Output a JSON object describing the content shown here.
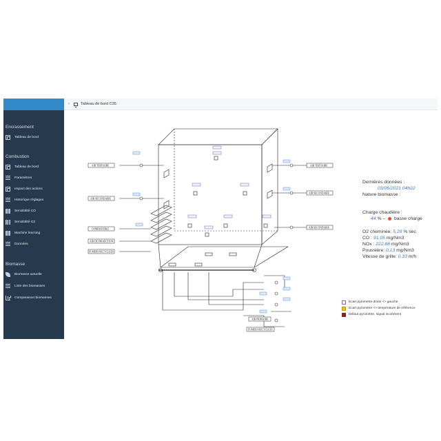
{
  "header": {
    "breadcrumb": "Tableau de bord C35"
  },
  "sidebar": {
    "sections": [
      {
        "title": "Encrassement",
        "items": [
          {
            "label": "Tableau de bord",
            "icon": "dashboard-icon"
          }
        ]
      },
      {
        "title": "Combustion",
        "items": [
          {
            "label": "Tableau de bord",
            "icon": "dashboard-icon"
          },
          {
            "label": "Paramètres",
            "icon": "sliders-icon"
          },
          {
            "label": "Impact des actions",
            "icon": "plus-box-icon"
          },
          {
            "label": "Historique réglages",
            "icon": "history-icon"
          },
          {
            "label": "Sensibilité CO",
            "icon": "grid-icon"
          },
          {
            "label": "Sensibilité O2",
            "icon": "bars-icon"
          },
          {
            "label": "Machine learning",
            "icon": "ml-icon"
          },
          {
            "label": "Données",
            "icon": "list-icon"
          }
        ]
      },
      {
        "title": "Biomasse",
        "items": [
          {
            "label": "Biomasse actuelle",
            "icon": "leaf-icon"
          },
          {
            "label": "Liste des biomasses",
            "icon": "list-icon"
          },
          {
            "label": "Comparaison biomasses",
            "icon": "chart-icon"
          }
        ]
      }
    ]
  },
  "diagram": {
    "labels": {
      "air_tertiaire": "AIR TERTIAIRE",
      "air_secondaire": "AIR SECONDAIRE",
      "combustible": "COMBUSTIBLE",
      "air_de_projection": "AIR DE PROJECTION",
      "fumees_recyclees": "FUMEES RECYCLEES",
      "air_primaire": "AIR PRIMAIRE"
    }
  },
  "info": {
    "last_data_label": "Dernières données :",
    "last_data_value": "03/06/2021 04h22",
    "biomass_label": "Nature biomasse :",
    "load_label": "Charge chaudière :",
    "load_value": "44",
    "load_unit": "% –",
    "load_status": "basse charge",
    "o2_label": "O2 cheminée:",
    "o2_value": "5,29",
    "o2_unit": "% sec",
    "co_label": "CO :",
    "co_value": "91,05",
    "co_unit": "mg/Nm3",
    "nox_label": "NOx :",
    "nox_value": "222,88",
    "nox_unit": "mg/Nm3",
    "dust_label": "Poussière:",
    "dust_value": "0,13",
    "dust_unit": "mg/Nm3",
    "grate_label": "Vitesse de grille:",
    "grate_value": "0,33",
    "grate_unit": "m/h"
  },
  "legend": [
    {
      "label": "Ecart pyromètre droite <> gauche",
      "color": "#9b59b6",
      "style": "outline"
    },
    {
      "label": "Ecart pyromètre <> température de référence",
      "color": "#f2c21b",
      "style": "fill"
    },
    {
      "label": "Défaut pyromètre, signal incohérent",
      "color": "#8e1f1f",
      "style": "fill"
    }
  ],
  "colors": {
    "sidebar": "#273a4d",
    "brand_bar": "#3489c9",
    "accent": "#3a78c2",
    "status_low": "#e54b2e"
  }
}
